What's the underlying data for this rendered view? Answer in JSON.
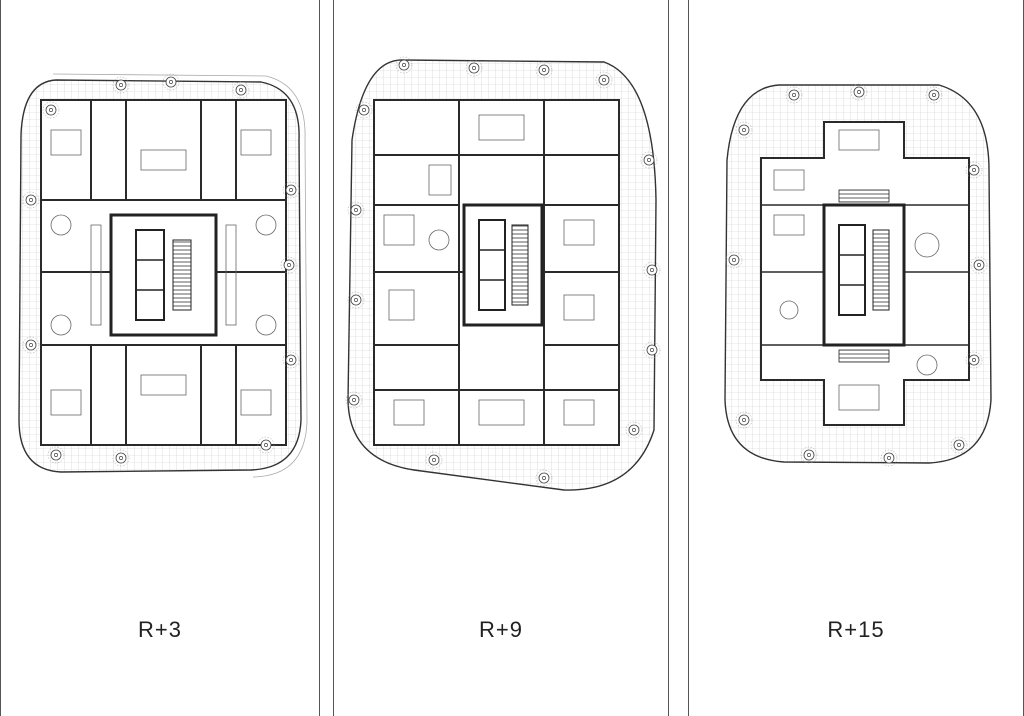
{
  "sheets": [
    {
      "level": "R+3"
    },
    {
      "level": "R+9"
    },
    {
      "level": "R+15"
    }
  ],
  "colors": {
    "line": "#333333",
    "wall": "#2a2a2a",
    "grid": "#cccccc",
    "paper": "#ffffff"
  },
  "icons": [
    "tree-icon",
    "stair-icon",
    "elevator-icon",
    "furniture-icon"
  ]
}
